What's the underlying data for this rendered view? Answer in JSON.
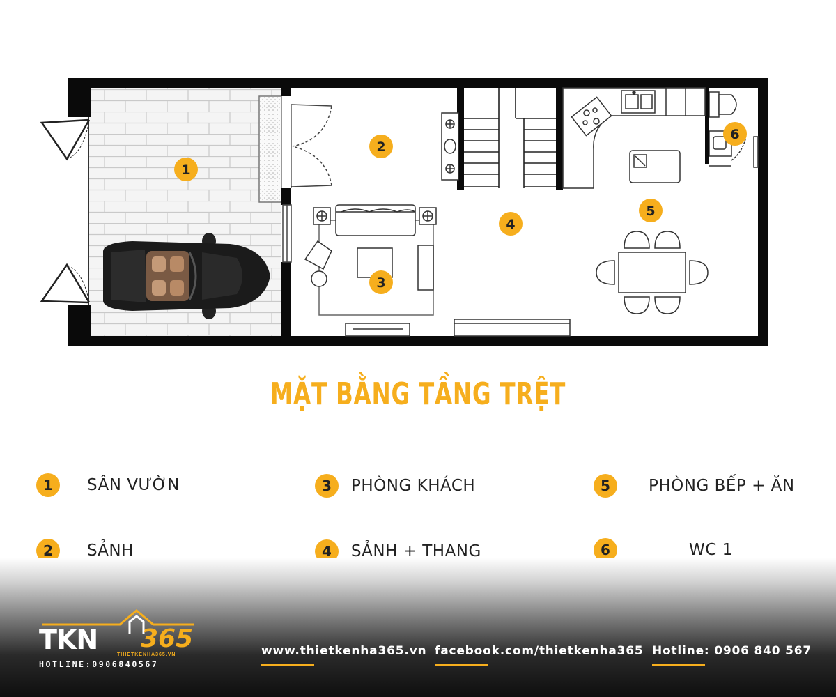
{
  "floorplan": {
    "room_badges": [
      {
        "number": "1"
      },
      {
        "number": "2"
      },
      {
        "number": "3"
      },
      {
        "number": "4"
      },
      {
        "number": "5"
      },
      {
        "number": "6"
      }
    ]
  },
  "title": "MẶT BẰNG TẦNG TRỆT",
  "legend": [
    {
      "number": "1",
      "label": "SÂN VƯỜN"
    },
    {
      "number": "2",
      "label": "SẢNH"
    },
    {
      "number": "3",
      "label": "PHÒNG KHÁCH"
    },
    {
      "number": "4",
      "label": "SẢNH + THANG"
    },
    {
      "number": "5",
      "label": "PHÒNG BẾP + ĂN"
    },
    {
      "number": "6",
      "label": "WC 1"
    }
  ],
  "footer": {
    "logo_text": "TKN",
    "logo_number": "365",
    "logo_small": "THIETKENHA365.VN",
    "logo_hotline": "HOTLINE:0906840567",
    "website": "www.thietkenha365.vn",
    "facebook": "facebook.com/thietkenha365",
    "hotline": "Hotline: 0906 840 567"
  },
  "colors": {
    "accent": "#f6ae1d",
    "wall": "#0a0a0a"
  }
}
